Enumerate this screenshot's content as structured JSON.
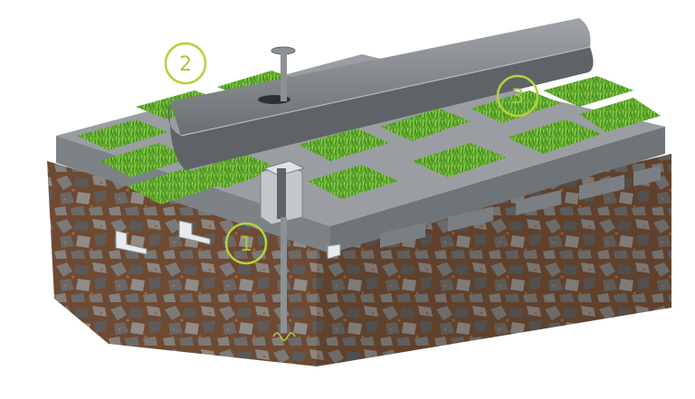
{
  "diagram": {
    "callouts": [
      {
        "number": "1",
        "target": "anchor-sleeve"
      },
      {
        "number": "2",
        "target": "ground-spike"
      },
      {
        "number": "3",
        "target": "curb-beam"
      }
    ]
  },
  "colors": {
    "callout_stroke": "#b5d13e",
    "callout_text": "#a6c83a",
    "grass_dark": "#3f8a1e",
    "grass_light": "#7cc23a",
    "concrete_top": "#9a9ea2",
    "concrete_side": "#6f7478",
    "beam_top": "#8d9195",
    "beam_side": "#5f6367",
    "soil": "#7a4a2e",
    "gravel": "#6b6760"
  }
}
